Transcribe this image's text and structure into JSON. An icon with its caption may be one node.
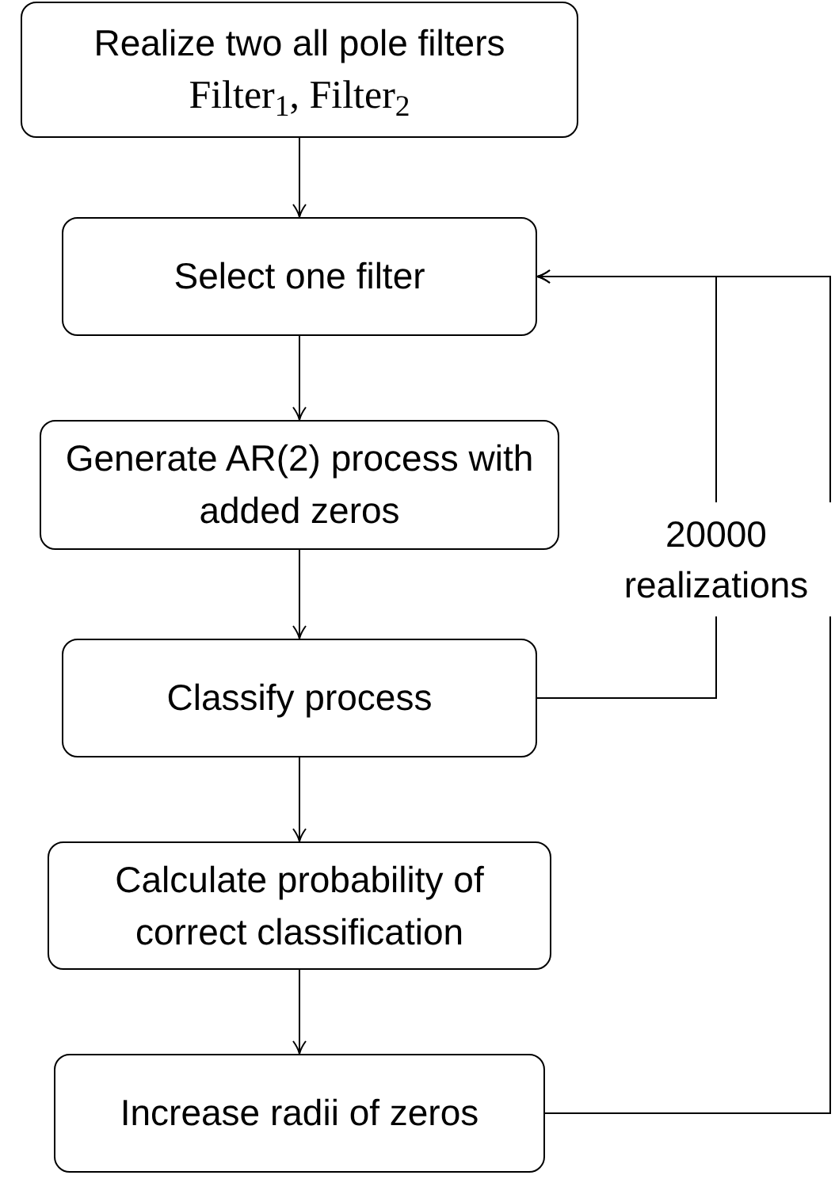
{
  "diagram": {
    "nodes": [
      {
        "text": [
          "Realize two all pole filters",
          "Filter$_{1}$, Filter$_{2}$"
        ]
      },
      {
        "text": [
          "Select one filter"
        ]
      },
      {
        "text": [
          "Generate AR(2) process with added zeros"
        ]
      },
      {
        "text": [
          "Classify process"
        ]
      },
      {
        "text": [
          "Calculate probability of correct classification"
        ]
      },
      {
        "text": [
          "Increase radii of zeros"
        ]
      }
    ],
    "edges": [
      {
        "from": 0,
        "to": 1,
        "arrow": "to"
      },
      {
        "from": 1,
        "to": 2,
        "arrow": "to"
      },
      {
        "from": 2,
        "to": 3,
        "arrow": "to"
      },
      {
        "from": 3,
        "to": 1,
        "arrow": "to",
        "label": "20000 realizations"
      },
      {
        "from": 3,
        "to": 4,
        "arrow": "to"
      },
      {
        "from": 4,
        "to": 5,
        "arrow": "to"
      },
      {
        "from": 5,
        "to": 1,
        "arrow": "to"
      }
    ]
  }
}
